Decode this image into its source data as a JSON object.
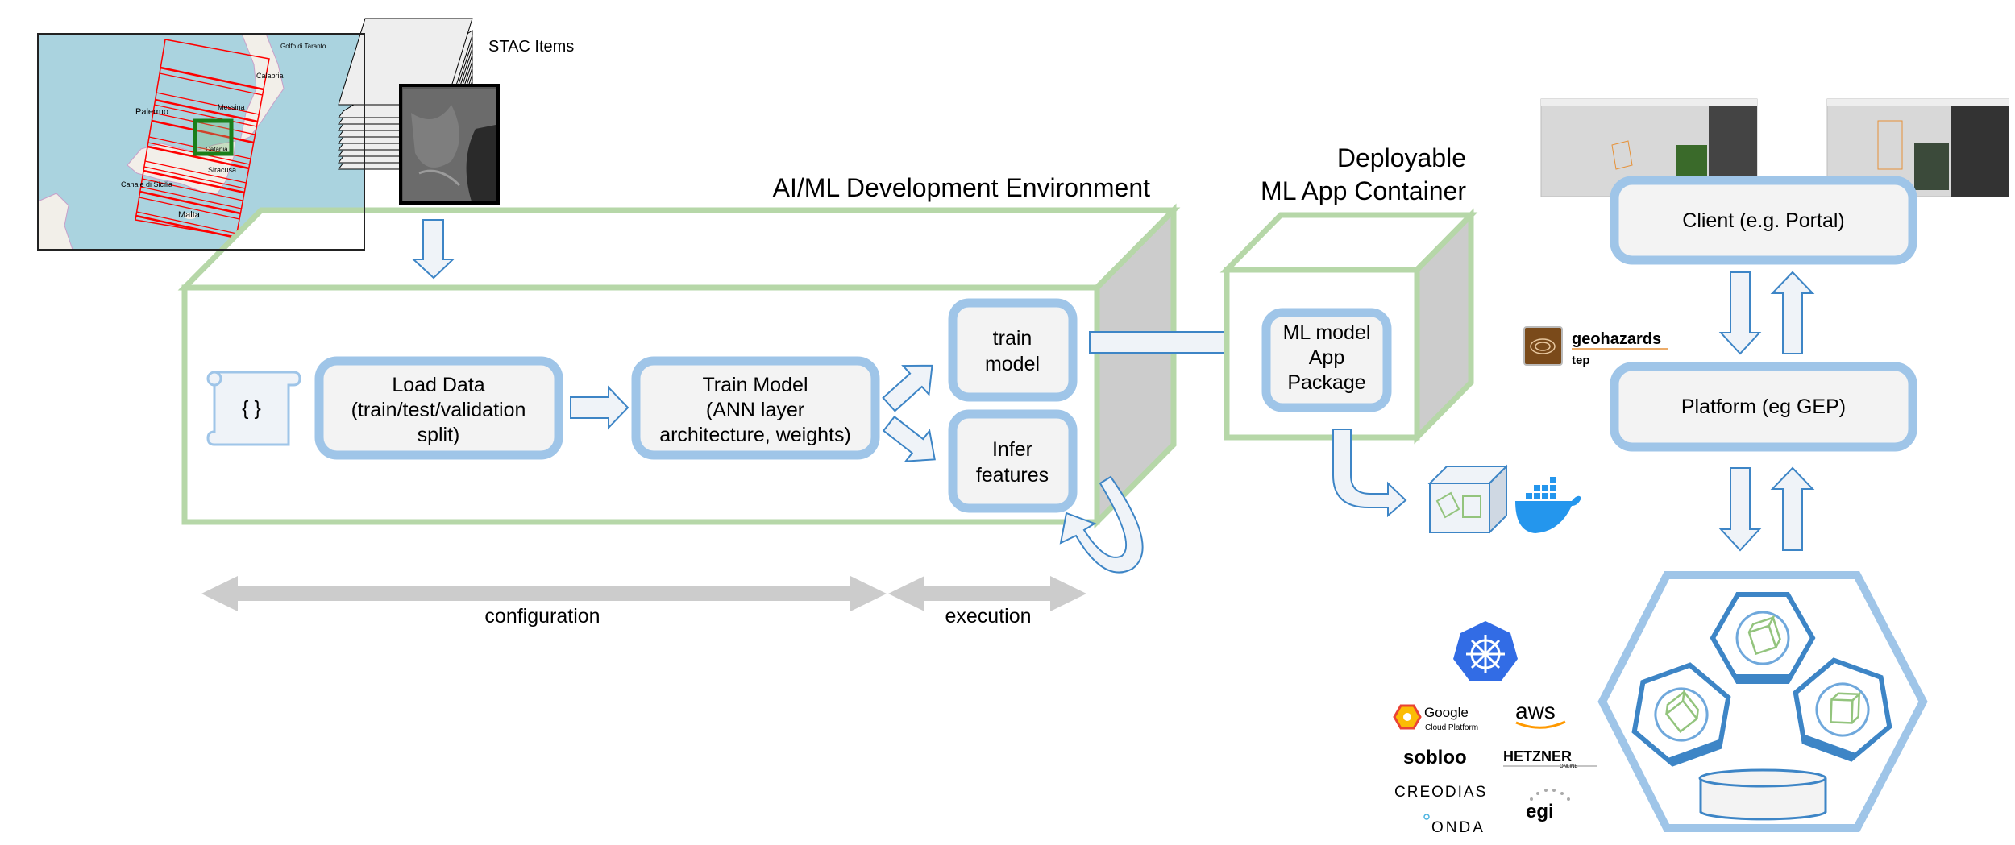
{
  "map": {
    "labels": [
      "Palermo",
      "Messina",
      "Calabria",
      "Golfo di Taranto",
      "Catania",
      "Siracusa",
      "Canale di Sicilia",
      "Malta"
    ]
  },
  "stac": {
    "label": "STAC Items"
  },
  "dev_env": {
    "title": "AI/ML Development Environment",
    "config_symbol": "{ }",
    "load_data": [
      "Load Data",
      "(train/test/validation",
      "split)"
    ],
    "train_model": [
      "Train Model",
      "(ANN layer",
      "architecture, weights)"
    ],
    "train": [
      "train",
      "model"
    ],
    "infer": [
      "Infer",
      "features"
    ]
  },
  "phases": {
    "configuration": "configuration",
    "execution": "execution"
  },
  "container": {
    "title": [
      "Deployable",
      "ML App Container"
    ],
    "package": [
      "ML model",
      "App",
      "Package"
    ]
  },
  "platform": {
    "client": "Client (e.g. Portal)",
    "platform": "Platform (eg GEP)"
  },
  "logos": {
    "geohazards": "geohazards",
    "tep": "tep",
    "google": "Google",
    "google_sub": "Cloud Platform",
    "aws": "aws",
    "sobloo": "sobloo",
    "hetzner": "HETZNER",
    "hetzner_sub": "ONLINE",
    "creodias": "CREODIAS",
    "onda": "ONDA",
    "egi": "egi"
  },
  "colors": {
    "environment_border": "#b6d7a8",
    "box_border": "#9fc5e8",
    "box_fill": "#f3f3f3",
    "arrow_stroke": "#3d85c6",
    "side_face": "#cccccc",
    "footprint": "#ff0000",
    "selected_tile": "#1a7f1a",
    "kubernetes": "#326ce5",
    "docker": "#2496ed"
  }
}
